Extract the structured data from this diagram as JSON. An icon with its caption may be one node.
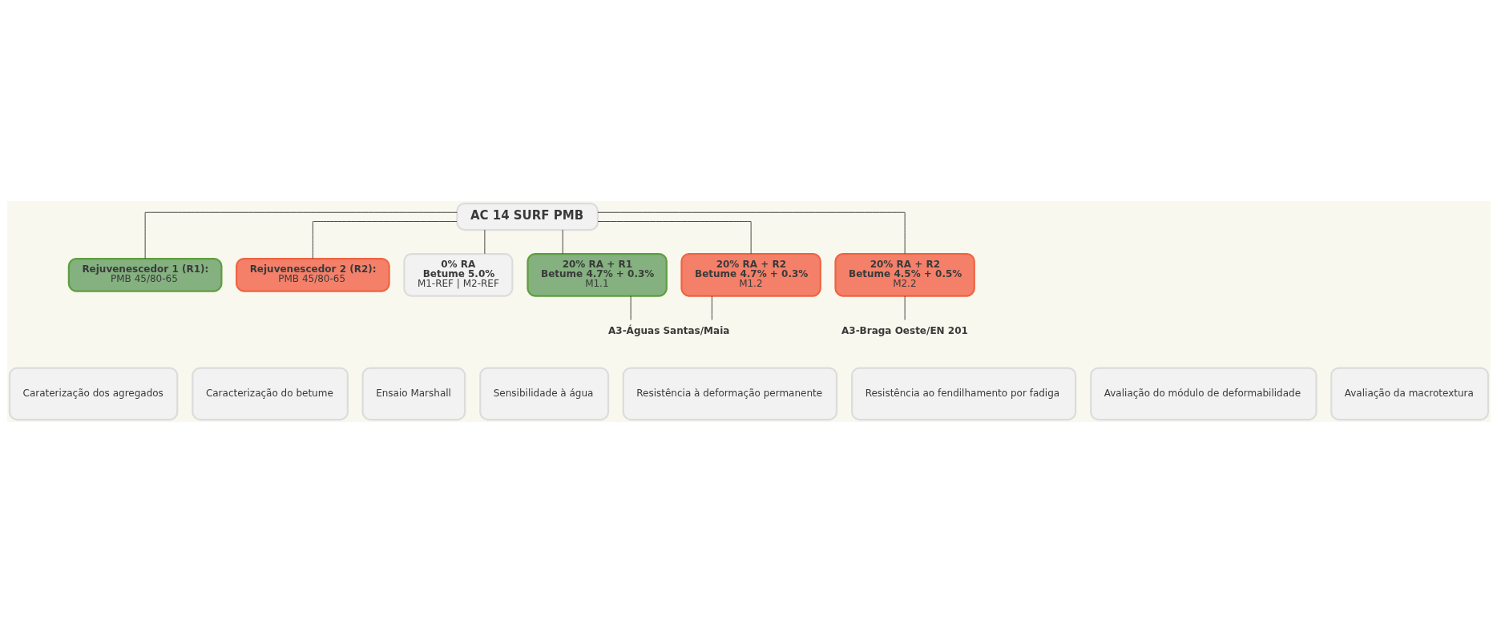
{
  "diagram": {
    "nodes": [
      {
        "text": [
          "AC 14 SURF PMB"
        ]
      },
      {
        "text": [
          "Rejuvenescedor 1 (R1):",
          "PMB 45/80-65"
        ]
      },
      {
        "text": [
          "Rejuvenescedor 2 (R2):",
          "PMB 45/80-65"
        ]
      },
      {
        "text": [
          "0% RA",
          "Betume 5.0%",
          "M1-REF | M2-REF"
        ]
      },
      {
        "text": [
          "20% RA + R1",
          "Betume 4.7% + 0.3%",
          "M1.1"
        ]
      },
      {
        "text": [
          "20% RA + R2",
          "Betume 4.7% + 0.3%",
          "M1.2"
        ]
      },
      {
        "text": [
          "20% RA + R2",
          "Betume 4.5% + 0.5%",
          "M2.2"
        ]
      },
      {
        "text": [
          "A3-Águas Santas/Maia"
        ]
      },
      {
        "text": [
          "A3-Braga Oeste/EN 201"
        ]
      },
      {
        "text": [
          "Caraterização dos agregados"
        ]
      },
      {
        "text": [
          "Caracterização do betume"
        ]
      },
      {
        "text": [
          "Ensaio Marshall"
        ]
      },
      {
        "text": [
          "Sensibilidade à água"
        ]
      },
      {
        "text": [
          "Resistência à deformação permanente"
        ]
      },
      {
        "text": [
          "Resistência ao fendilhamento por fadiga"
        ]
      },
      {
        "text": [
          "Avaliação do módulo de deformabilidade"
        ]
      },
      {
        "text": [
          "Avaliação da macrotextura"
        ]
      }
    ],
    "edges": [
      {
        "from": 0,
        "to": 1,
        "arrow": "none"
      },
      {
        "from": 0,
        "to": 2,
        "arrow": "none"
      },
      {
        "from": 0,
        "to": 3,
        "arrow": "none"
      },
      {
        "from": 0,
        "to": 4,
        "arrow": "none"
      },
      {
        "from": 0,
        "to": 5,
        "arrow": "none"
      },
      {
        "from": 0,
        "to": 6,
        "arrow": "none"
      },
      {
        "from": 4,
        "to": 7,
        "arrow": "none"
      },
      {
        "from": 5,
        "to": 7,
        "arrow": "none"
      },
      {
        "from": 6,
        "to": 8,
        "arrow": "none"
      }
    ]
  }
}
